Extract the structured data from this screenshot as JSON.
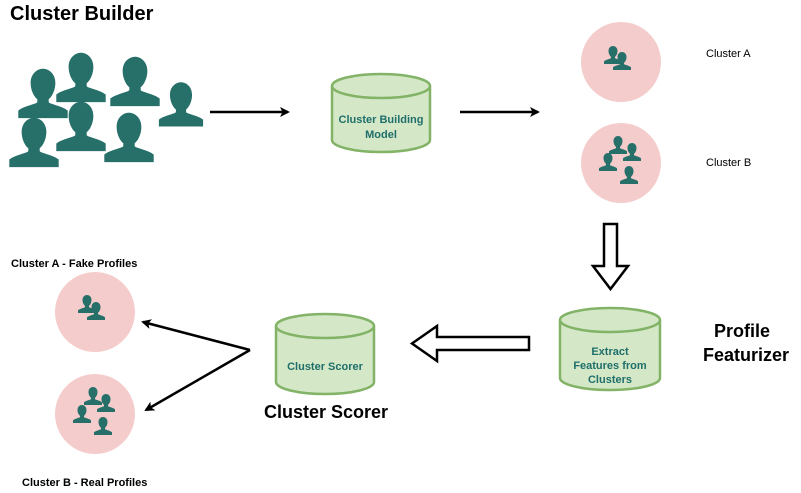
{
  "titles": {
    "cluster_builder": "Cluster Builder",
    "profile_featurizer_line1": "Profile",
    "profile_featurizer_line2": "Featurizer",
    "cluster_scorer": "Cluster Scorer"
  },
  "nodes": {
    "cluster_building_model_line1": "Cluster Building",
    "cluster_building_model_line2": "Model",
    "extract_features_line1": "Extract",
    "extract_features_line2": "Features from",
    "extract_features_line3": "Clusters",
    "cluster_scorer": "Cluster Scorer"
  },
  "labels": {
    "cluster_a": "Cluster A",
    "cluster_b": "Cluster B",
    "cluster_a_fake": "Cluster A - Fake Profiles",
    "cluster_b_real": "Cluster B - Real Profiles"
  },
  "colors": {
    "user_icon": "#27706a",
    "circle_fill": "#f5cccc",
    "cylinder_fill": "#d4e8c8",
    "cylinder_stroke": "#82b366",
    "node_text": "#1f6e6a"
  }
}
